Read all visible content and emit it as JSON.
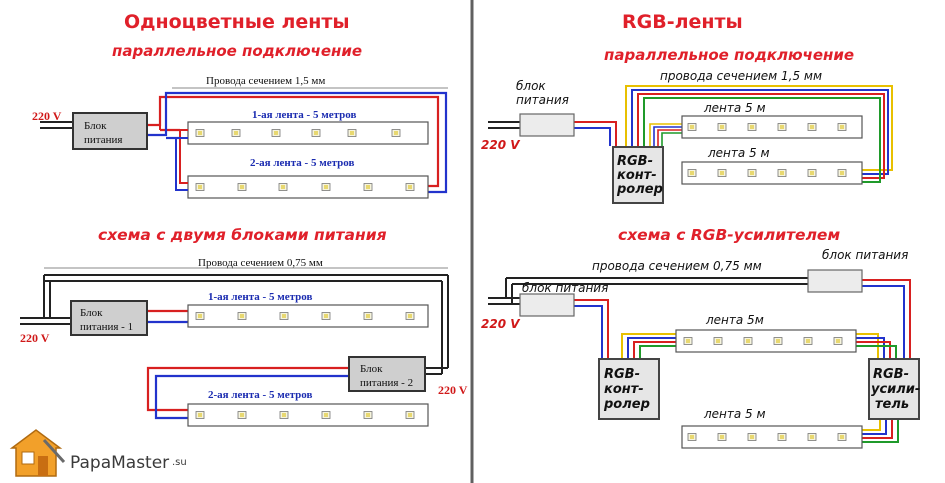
{
  "left": {
    "title": "Одноцветные ленты",
    "parallel_heading": "параллельное подключение",
    "wire_section_1": "Провода сечением 1,5 мм",
    "voltage": "220 V",
    "psu_label_line1": "Блок",
    "psu_label_line2": "питания",
    "strip1": "1-ая лента - 5 метров",
    "strip2": "2-ая лента - 5 метров",
    "two_psu_heading": "схема с двумя блоками питания",
    "wire_section_2": "Провода сечением 0,75 мм",
    "psu1_line1": "Блок",
    "psu1_line2": "питания - 1",
    "psu2_line1": "Блок",
    "psu2_line2": "питания - 2",
    "voltage_b1": "220 V",
    "voltage_b2": "220 V",
    "strip3": "1-ая лента - 5 метров",
    "strip4": "2-ая лента - 5 метров"
  },
  "right": {
    "title": "RGB-ленты",
    "parallel_heading": "параллельное подключение",
    "wire_section_1": "провода сечением 1,5 мм",
    "psu_label_line1": "блок",
    "psu_label_line2": "питания",
    "voltage": "220 V",
    "controller_l1": "RGB-",
    "controller_l2": "конт-",
    "controller_l3": "ролер",
    "strip1": "лента 5 м",
    "strip2": "лента 5 м",
    "amp_heading": "схема с RGB-усилителем",
    "wire_section_2": "провода сечением 0,75 мм",
    "psu_top_right": "блок питания",
    "psu_left": "блок питания",
    "voltage_b": "220 V",
    "controller2_l1": "RGB-",
    "controller2_l2": "конт-",
    "controller2_l3": "ролер",
    "amp_l1": "RGB-",
    "amp_l2": "усили-",
    "amp_l3": "тель",
    "strip3": "лента 5м",
    "strip4": "лента 5 м"
  },
  "logo": {
    "name": "PapaMaster",
    "suffix": ".su"
  },
  "colors": {
    "heading_red": "#e0202a",
    "wire_red": "#d82020",
    "wire_blue": "#2233cc",
    "wire_green": "#1f9a2a",
    "wire_yellow": "#e8c000",
    "label_blue": "#1a2bb0",
    "divider": "#606060"
  }
}
